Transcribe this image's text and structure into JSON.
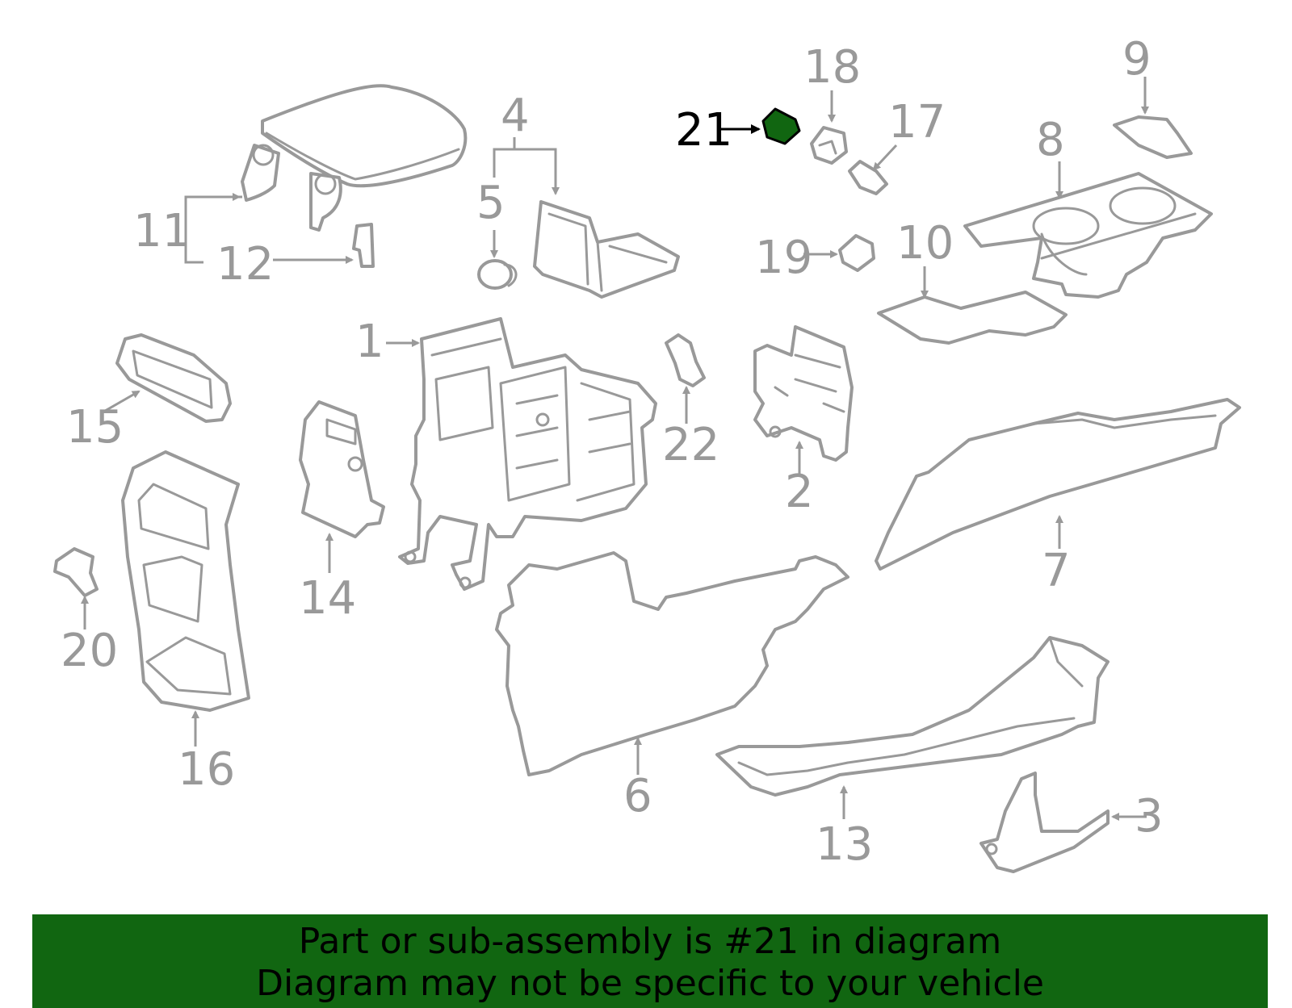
{
  "highlight": {
    "part_number": "21",
    "color": "#116611"
  },
  "parts": [
    {
      "id": "1",
      "name": "part-1"
    },
    {
      "id": "2",
      "name": "part-2"
    },
    {
      "id": "3",
      "name": "part-3"
    },
    {
      "id": "4",
      "name": "part-4"
    },
    {
      "id": "5",
      "name": "part-5"
    },
    {
      "id": "6",
      "name": "part-6"
    },
    {
      "id": "7",
      "name": "part-7"
    },
    {
      "id": "8",
      "name": "part-8"
    },
    {
      "id": "9",
      "name": "part-9"
    },
    {
      "id": "10",
      "name": "part-10"
    },
    {
      "id": "11",
      "name": "part-11"
    },
    {
      "id": "12",
      "name": "part-12"
    },
    {
      "id": "13",
      "name": "part-13"
    },
    {
      "id": "14",
      "name": "part-14"
    },
    {
      "id": "15",
      "name": "part-15"
    },
    {
      "id": "16",
      "name": "part-16"
    },
    {
      "id": "17",
      "name": "part-17"
    },
    {
      "id": "18",
      "name": "part-18"
    },
    {
      "id": "19",
      "name": "part-19"
    },
    {
      "id": "20",
      "name": "part-20"
    },
    {
      "id": "21",
      "name": "part-21"
    },
    {
      "id": "22",
      "name": "part-22"
    }
  ],
  "footer": {
    "line1": "Part or sub-assembly is #21 in diagram",
    "line2": "Diagram may not be specific to your vehicle"
  },
  "colors": {
    "outline": "#999999",
    "highlight_fill": "#116611",
    "highlight_text": "#000000"
  }
}
